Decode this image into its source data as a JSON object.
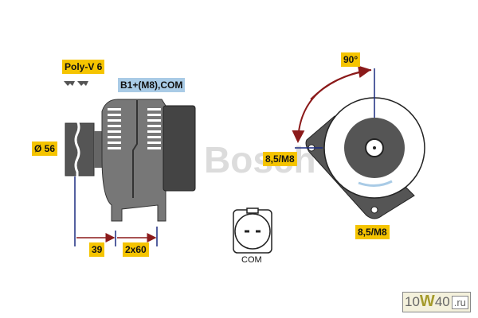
{
  "labels": {
    "belt": "Poly-V 6",
    "terminal": "B1+(M8),COM",
    "pulley_diameter": "Ø 56",
    "dim_pulley": "39",
    "dim_mount": "2x60",
    "angle": "90°",
    "hole_left": "8,5/M8",
    "hole_bottom": "8,5/M8",
    "connector": "COM"
  },
  "logo": "© Bosch",
  "watermark": {
    "a": "10",
    "b": "W",
    "c": "40",
    "d": ".ru"
  },
  "colors": {
    "label": "#f5c400",
    "label_blue": "#a9cbe6",
    "arrow": "#8b1a1a",
    "dim_line": "#1a2a80"
  }
}
